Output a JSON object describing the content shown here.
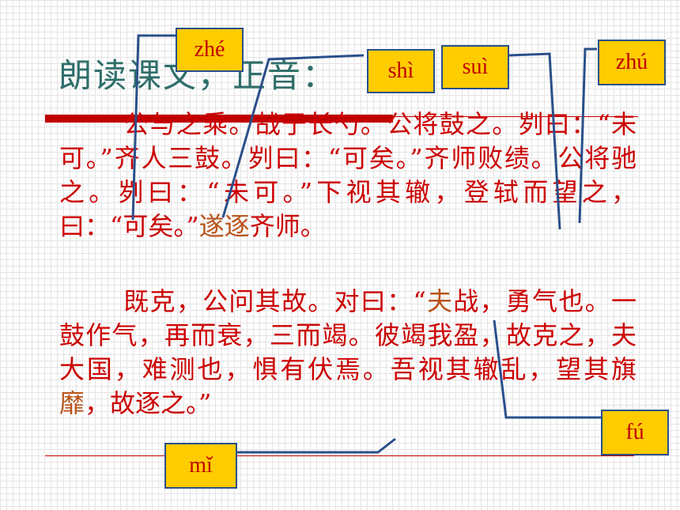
{
  "title": "朗读课文，正音：",
  "paragraphs": {
    "p1": {
      "before": "公与之乘。战于长勺。公将鼓之。刿曰：“未可。”齐人三鼓。刿曰：“可矣。”齐师败绩。公将驰之。刿曰：“未可。”下视其辙，登轼而望之，曰：“可矣。”",
      "highlight": "遂逐",
      "after": "齐师。"
    },
    "p2": {
      "before": "既克，公问其故。对曰：“",
      "highlight1": "夫",
      "middle": "战，勇气也。一鼓作气，再而衰，三而竭。彼竭我盈，故克之，夫大国，难测也，惧有伏焉。吾视其辙乱，望其旗",
      "highlight2": "靡",
      "after": "，故逐之。”"
    }
  },
  "pinyin": {
    "zhe": "zhé",
    "shi": "shì",
    "sui": "suì",
    "zhu": "zhú",
    "fu": "fú",
    "mi": "mǐ"
  },
  "colors": {
    "text": "#cc0000",
    "highlight": "#b8531a",
    "title": "#2e6e6a",
    "box_fill": "#ffcc00",
    "box_border": "#2a4f8a",
    "leader": "#2a4f8a"
  }
}
